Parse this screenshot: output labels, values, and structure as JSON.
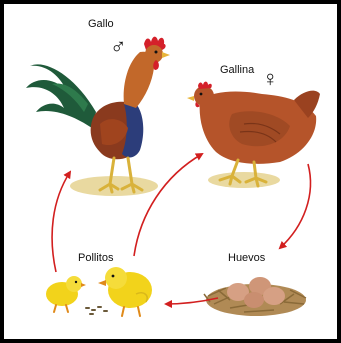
{
  "labels": {
    "rooster": "Gallo",
    "hen": "Gallina",
    "eggs": "Huevos",
    "chicks": "Pollitos"
  },
  "symbols": {
    "male": "♂",
    "female": "♀"
  },
  "colors": {
    "arrow": "#d21f1f",
    "border": "#000000",
    "ground": "#e9d9a0",
    "hen": "#b5542a",
    "rooster_breast": "#2c3d7a",
    "rooster_tail": "#1f5a3a",
    "comb": "#d4202a",
    "chick": "#f2d31b",
    "egg": "#d6a084",
    "nest": "#b08a55"
  }
}
